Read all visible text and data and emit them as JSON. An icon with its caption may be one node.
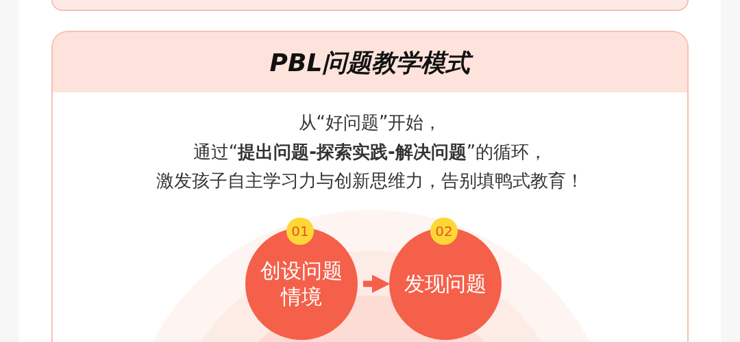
{
  "diagram": {
    "title": "PBL问题教学模式",
    "nodes": [
      {
        "text": [
          "01"
        ]
      },
      {
        "text": [
          "创设问题情境"
        ]
      },
      {
        "text": [
          "02"
        ]
      },
      {
        "text": [
          "发现问题"
        ]
      }
    ],
    "edges": [
      {
        "from": 1,
        "to": 3,
        "arrow": "to"
      }
    ],
    "labels": [
      "从“好问题”开始，",
      "通过“**提出问题-探索实践-解决问题**”的循环，",
      "激发孩子自主学习力与创新思维力，告别填鸭式教育！"
    ]
  }
}
